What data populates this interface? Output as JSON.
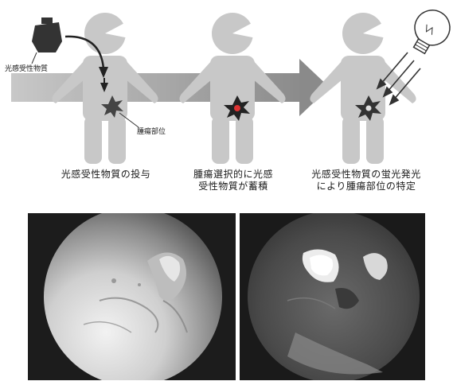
{
  "diagram": {
    "label_agent": "光感受性物質",
    "label_tumor": "腫瘍部位",
    "captions": [
      "光感受性物質の投与",
      "腫瘍選択的に光感\n受性物質が蓄積",
      "光感受性物質の蛍光発光\nにより腫瘍部位の特定"
    ]
  },
  "photos": [
    {
      "mode": "white-light",
      "description_icon": "endoscope-white-light-view"
    },
    {
      "mode": "fluorescence",
      "description_icon": "endoscope-fluorescence-view"
    }
  ]
}
